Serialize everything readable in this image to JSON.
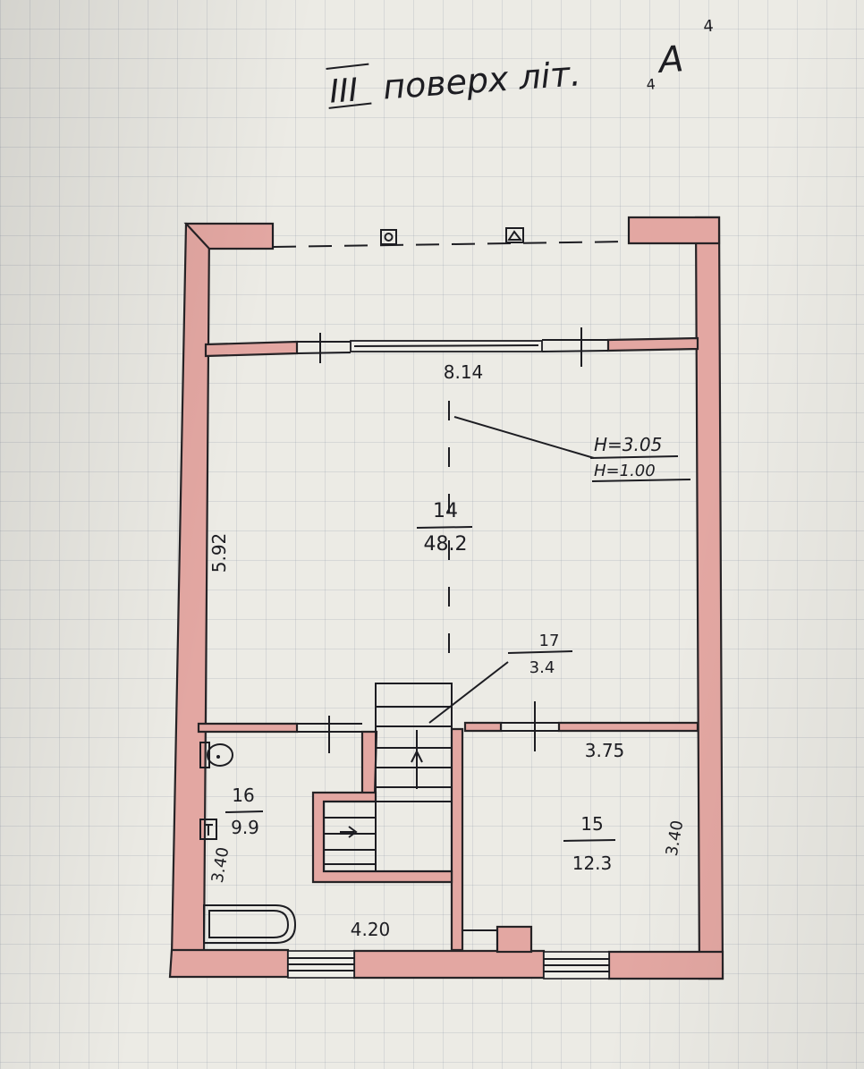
{
  "title": {
    "roman": "III",
    "text": "поверх літ.",
    "letter": "А",
    "sup": "4",
    "sub": "4"
  },
  "colors": {
    "wall_fill": "#e3a7a2",
    "ink": "#1d1d22",
    "paper": "#ecebe5"
  },
  "rooms": [
    {
      "number": "14",
      "area": "48.2"
    },
    {
      "number": "16",
      "area": "9.9"
    },
    {
      "number": "15",
      "area": "12.3"
    },
    {
      "number": "17",
      "area": "3.4"
    }
  ],
  "dimensions": {
    "main_width": "8.14",
    "main_depth": "5.92",
    "bath_depth": "3.40",
    "bath_width": "4.20",
    "room15_width": "3.75",
    "room15_depth": "3.40"
  },
  "height_note": {
    "line1": "Н=3.05",
    "line2": "Н=1.00"
  },
  "icons": [
    "toilet-icon",
    "sink-icon",
    "bathtub-icon",
    "stair-icon",
    "window-icon",
    "chimney-icon"
  ]
}
